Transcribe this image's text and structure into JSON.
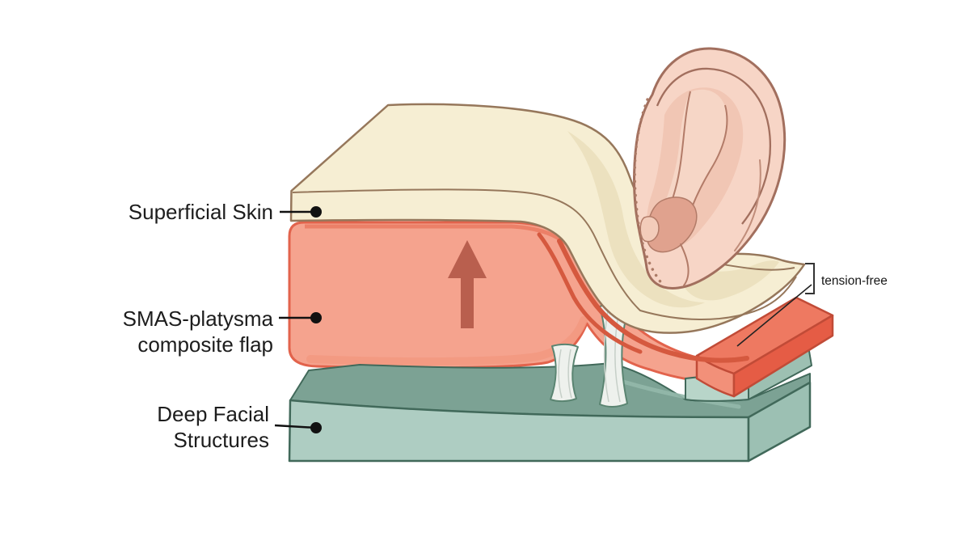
{
  "diagram": {
    "labels": {
      "superficial_skin": "Superficial Skin",
      "smas_line1": "SMAS-platysma",
      "smas_line2": "composite flap",
      "deep_line1": "Deep Facial",
      "deep_line2": "Structures",
      "tension_free": "tension-free"
    },
    "colors": {
      "background": "#ffffff",
      "skin": "#f6eed3",
      "skin_shadow": "#e8dcb8",
      "skin_outline": "#96775b",
      "smas": "#f5a38e",
      "smas_outline": "#e2634c",
      "smas_stripe": "#d5593f",
      "flap_edge_top": "#ee7961",
      "flap_edge_left": "#f29079",
      "flap_edge_side": "#e55c45",
      "deep_front": "#aecdc2",
      "deep_side": "#9cc0b3",
      "deep_top": "#7ca294",
      "sublayer_front": "#b8d5c9",
      "sublayer_side": "#9dc0b2",
      "teal_outline": "#41695a",
      "ligament": "#eef1ed",
      "ear": "#f7d5c6",
      "ear_outline": "#a26f5e",
      "arrow": "#b95f4e",
      "label_text": "#1d1d1d"
    },
    "icons": {
      "arrow": "upward-lift-arrow-icon",
      "incision": "incision-dotted-line-icon",
      "bracket": "tension-free-bracket-icon",
      "leader_dot": "leader-dot-icon"
    }
  }
}
